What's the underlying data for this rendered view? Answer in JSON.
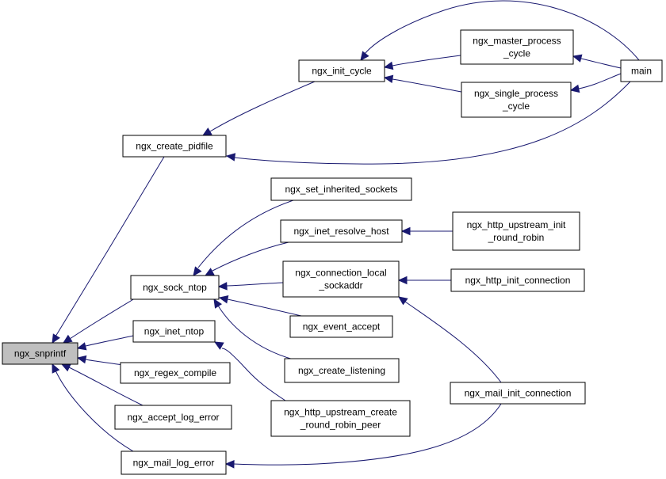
{
  "nodes": {
    "ngx_snprintf": {
      "lines": [
        "ngx_snprintf"
      ],
      "root": true
    },
    "ngx_create_pidfile": {
      "lines": [
        "ngx_create_pidfile"
      ]
    },
    "ngx_init_cycle": {
      "lines": [
        "ngx_init_cycle"
      ]
    },
    "ngx_master_process_cycle": {
      "lines": [
        "ngx_master_process",
        "_cycle"
      ]
    },
    "ngx_single_process_cycle": {
      "lines": [
        "ngx_single_process",
        "_cycle"
      ]
    },
    "main": {
      "lines": [
        "main"
      ]
    },
    "ngx_set_inherited_sockets": {
      "lines": [
        "ngx_set_inherited_sockets"
      ]
    },
    "ngx_inet_resolve_host": {
      "lines": [
        "ngx_inet_resolve_host"
      ]
    },
    "ngx_http_upstream_init_round_robin": {
      "lines": [
        "ngx_http_upstream_init",
        "_round_robin"
      ]
    },
    "ngx_sock_ntop": {
      "lines": [
        "ngx_sock_ntop"
      ]
    },
    "ngx_connection_local_sockaddr": {
      "lines": [
        "ngx_connection_local",
        "_sockaddr"
      ]
    },
    "ngx_http_init_connection": {
      "lines": [
        "ngx_http_init_connection"
      ]
    },
    "ngx_event_accept": {
      "lines": [
        "ngx_event_accept"
      ]
    },
    "ngx_inet_ntop": {
      "lines": [
        "ngx_inet_ntop"
      ]
    },
    "ngx_create_listening": {
      "lines": [
        "ngx_create_listening"
      ]
    },
    "ngx_regex_compile": {
      "lines": [
        "ngx_regex_compile"
      ]
    },
    "ngx_mail_init_connection": {
      "lines": [
        "ngx_mail_init_connection"
      ]
    },
    "ngx_http_upstream_create_round_robin_peer": {
      "lines": [
        "ngx_http_upstream_create",
        "_round_robin_peer"
      ]
    },
    "ngx_accept_log_error": {
      "lines": [
        "ngx_accept_log_error"
      ]
    },
    "ngx_mail_log_error": {
      "lines": [
        "ngx_mail_log_error"
      ]
    }
  },
  "edges": [
    [
      "ngx_create_pidfile",
      "ngx_snprintf"
    ],
    [
      "ngx_sock_ntop",
      "ngx_snprintf"
    ],
    [
      "ngx_inet_ntop",
      "ngx_snprintf"
    ],
    [
      "ngx_regex_compile",
      "ngx_snprintf"
    ],
    [
      "ngx_accept_log_error",
      "ngx_snprintf"
    ],
    [
      "ngx_mail_log_error",
      "ngx_snprintf"
    ],
    [
      "ngx_init_cycle",
      "ngx_create_pidfile"
    ],
    [
      "main",
      "ngx_create_pidfile"
    ],
    [
      "ngx_master_process_cycle",
      "ngx_init_cycle"
    ],
    [
      "ngx_single_process_cycle",
      "ngx_init_cycle"
    ],
    [
      "main",
      "ngx_init_cycle"
    ],
    [
      "main",
      "ngx_master_process_cycle"
    ],
    [
      "main",
      "ngx_single_process_cycle"
    ],
    [
      "ngx_set_inherited_sockets",
      "ngx_sock_ntop"
    ],
    [
      "ngx_inet_resolve_host",
      "ngx_sock_ntop"
    ],
    [
      "ngx_connection_local_sockaddr",
      "ngx_sock_ntop"
    ],
    [
      "ngx_event_accept",
      "ngx_sock_ntop"
    ],
    [
      "ngx_create_listening",
      "ngx_sock_ntop"
    ],
    [
      "ngx_http_upstream_init_round_robin",
      "ngx_inet_resolve_host"
    ],
    [
      "ngx_http_init_connection",
      "ngx_connection_local_sockaddr"
    ],
    [
      "ngx_mail_init_connection",
      "ngx_connection_local_sockaddr"
    ],
    [
      "ngx_http_upstream_create_round_robin_peer",
      "ngx_inet_ntop"
    ],
    [
      "ngx_mail_init_connection",
      "ngx_mail_log_error"
    ]
  ]
}
